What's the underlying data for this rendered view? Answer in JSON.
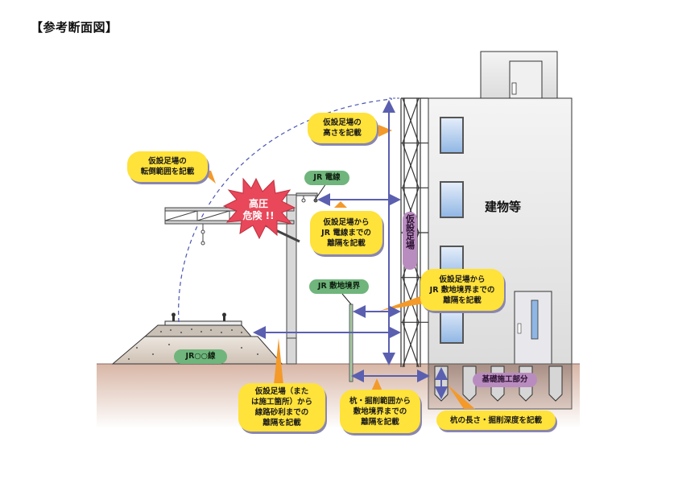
{
  "title": "【参考断面図】",
  "diagram": {
    "building_label": "建物等",
    "scaffold_label": "仮設足場",
    "foundation_label": "基礎施工部分",
    "danger_label": [
      "高圧",
      "危険 !!"
    ],
    "jr_line_label": "JR○○線",
    "jr_wire_label": "JR 電線",
    "jr_boundary_label": "JR 敷地境界"
  },
  "callouts": {
    "fall_range": [
      "仮設足場の",
      "転倒範囲を記載"
    ],
    "scaffold_height": [
      "仮設足場の",
      "高さを記載"
    ],
    "to_wire": [
      "仮設足場から",
      "JR 電線までの",
      "離隔を記載"
    ],
    "to_boundary": [
      "仮設足場から",
      "JR 敷地境界までの",
      "離隔を記載"
    ],
    "to_gravel": [
      "仮設足場（また",
      "は施工箇所）から",
      "線路砂利までの",
      "離隔を記載"
    ],
    "pile_to_boundary": [
      "杭・掘削範囲から",
      "敷地境界までの",
      "離隔を記載"
    ],
    "pile_depth": [
      "杭の長さ・掘削深度を記載"
    ]
  },
  "colors": {
    "callout": "#ffe23a",
    "arrow": "#5a5fb0",
    "pointer": "#f39a2a",
    "green_label": "#6fb57c",
    "purple_label": "#b98cbf",
    "danger": "#e8485a",
    "ground": "#d9b8a8"
  }
}
